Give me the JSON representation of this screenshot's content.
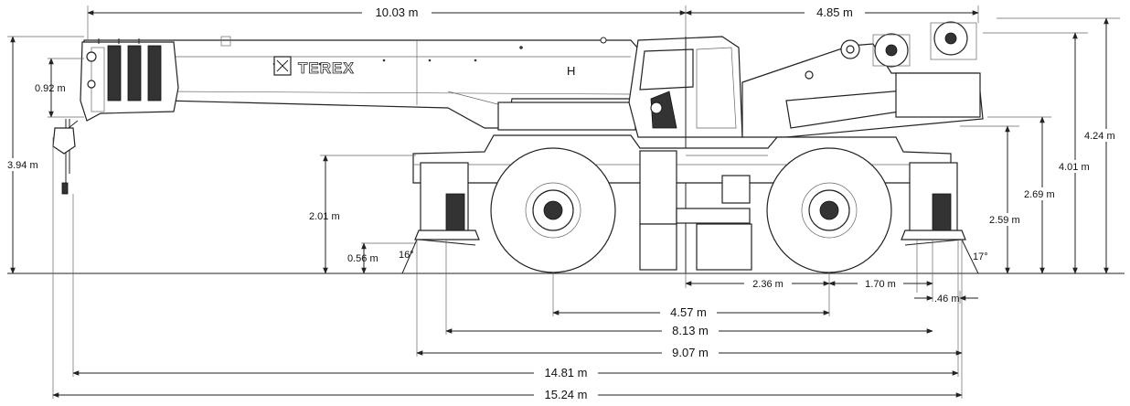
{
  "brand": "TEREX",
  "boom_mark": "H",
  "dimensions": {
    "boom_length": "10.03 m",
    "rear_to_axis": "4.85 m",
    "head_height": "0.92 m",
    "hook_height": "3.94 m",
    "outrigger_height": "2.01 m",
    "pad_height": "0.56 m",
    "approach_angle": "16°",
    "departure_angle": "17°",
    "cab_height": "2.59 m",
    "counterweight_height": "2.69 m",
    "overall_height_low": "4.01 m",
    "overall_height": "4.24 m",
    "axle_to_center": "2.36 m",
    "center_to_rear": "1.70 m",
    "rear_overhang": ".46 m",
    "wheelbase": "4.57 m",
    "outrigger_spread": "8.13 m",
    "pad_spread": "9.07 m",
    "length_1": "14.81 m",
    "length_2": "15.24 m"
  }
}
